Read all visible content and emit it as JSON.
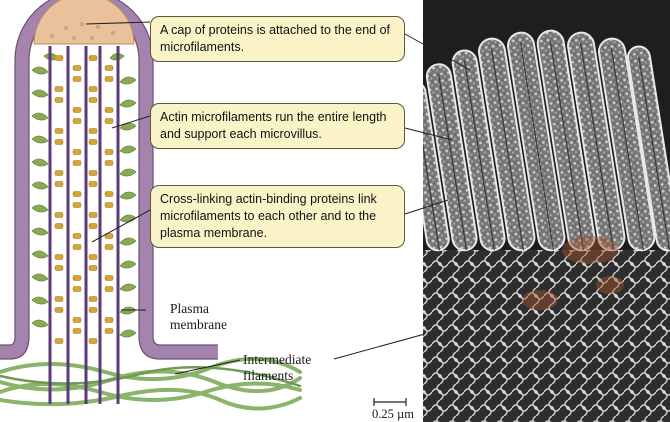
{
  "callouts": {
    "cap": "A cap of proteins is attached to the end of microfilaments.",
    "actin": "Actin microfilaments run the entire length and support each microvillus.",
    "crosslink": "Cross-linking actin-binding proteins link microfilaments to each other and to the plasma membrane."
  },
  "labels": {
    "plasma_line1": "Plasma",
    "plasma_line2": "membrane",
    "intermediate_line1": "Intermediate",
    "intermediate_line2": "filaments",
    "scale_bar": "0.25 µm"
  },
  "colors": {
    "membrane": "#a484ac",
    "membrane_dark": "#6e4f78",
    "cap": "#e9c29c",
    "actin": "#5b3a7a",
    "crosslinker": "#d6a630",
    "leaf": "#88ab52",
    "intermediate_filament": "#8ab46a",
    "callout_fill": "#fbf3c8"
  }
}
